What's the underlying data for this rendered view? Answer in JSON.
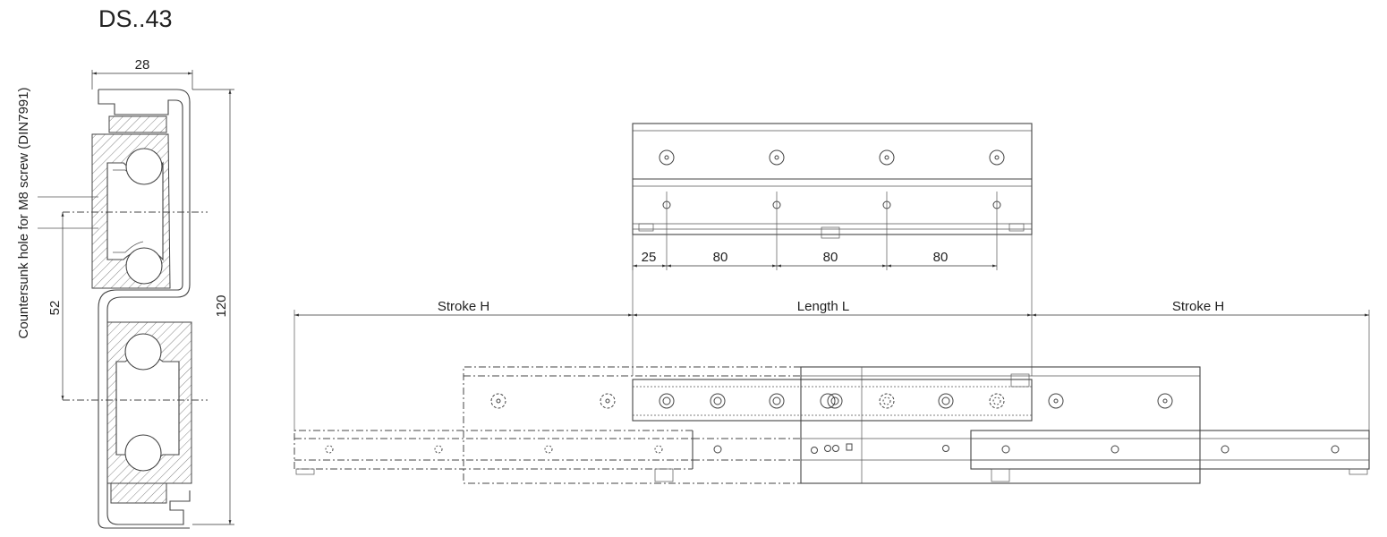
{
  "title": "DS..43",
  "section": {
    "dim_width": "28",
    "dim_height": "120",
    "dim_pitch": "52",
    "countersink_note": "Countersunk hole for M8 screw (DIN7991)"
  },
  "front_view": {
    "hole_spacing": [
      "25",
      "80",
      "80",
      "80"
    ],
    "stroke_left": "Stroke H",
    "length": "Length L",
    "stroke_right": "Stroke H"
  }
}
